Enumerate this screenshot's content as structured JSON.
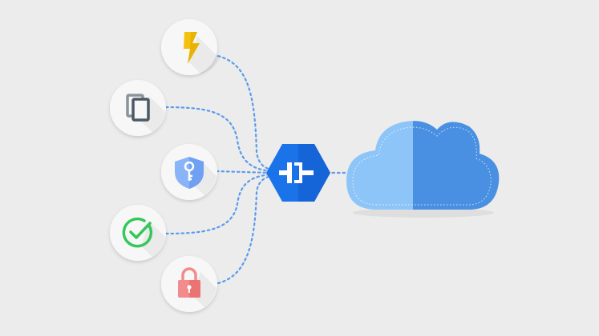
{
  "diagram": {
    "background": "#ececec",
    "nodes": [
      {
        "id": "lightning",
        "icon": "lightning-bolt-icon",
        "color": "#f4c20d"
      },
      {
        "id": "documents",
        "icon": "copy-documents-icon",
        "color": "#5f6b76"
      },
      {
        "id": "key-shield",
        "icon": "key-shield-icon",
        "color": "#8ab4f8"
      },
      {
        "id": "checkmark",
        "icon": "check-circle-icon",
        "color": "#34c759"
      },
      {
        "id": "padlock",
        "icon": "padlock-icon",
        "color": "#f28b8b"
      }
    ],
    "hub": {
      "icon": "api-gateway-icon",
      "color": "#1a73e8"
    },
    "cloud": {
      "icon": "cloud-icon",
      "light_color": "#8ec5f8",
      "dark_color": "#4a90e2"
    },
    "connector_color": "#5b9bec"
  }
}
